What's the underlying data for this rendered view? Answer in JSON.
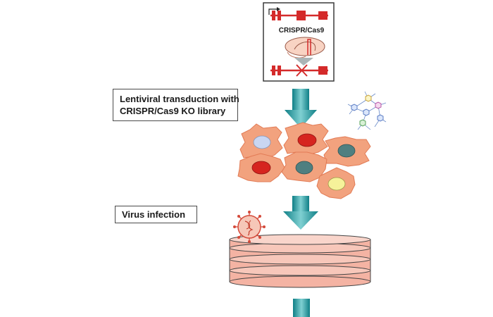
{
  "crispr_box": {
    "caption": "CRISPR/Cas9"
  },
  "steps": [
    {
      "lines": [
        "Lentiviral transduction with",
        "CRISPR/Cas9 KO library"
      ]
    },
    {
      "lines": [
        "Virus infection"
      ]
    }
  ],
  "colors": {
    "arrow": "#1a9aa0",
    "gene_red": "#d42a2a",
    "cell_fill": "#f2a27e",
    "cas9_fill": "#f8d3c3",
    "dish_fill": "#f4b3a3",
    "nucleus_blue": "#c9d6f2",
    "nucleus_red": "#d6241f",
    "nucleus_teal": "#4f7f80",
    "nucleus_yellow": "#f6f29a"
  },
  "icons": [
    "gene-knockout-icon",
    "cas9-protein-icon",
    "lentivirus-library-icon",
    "virus-icon",
    "culture-dish-stack-icon"
  ]
}
